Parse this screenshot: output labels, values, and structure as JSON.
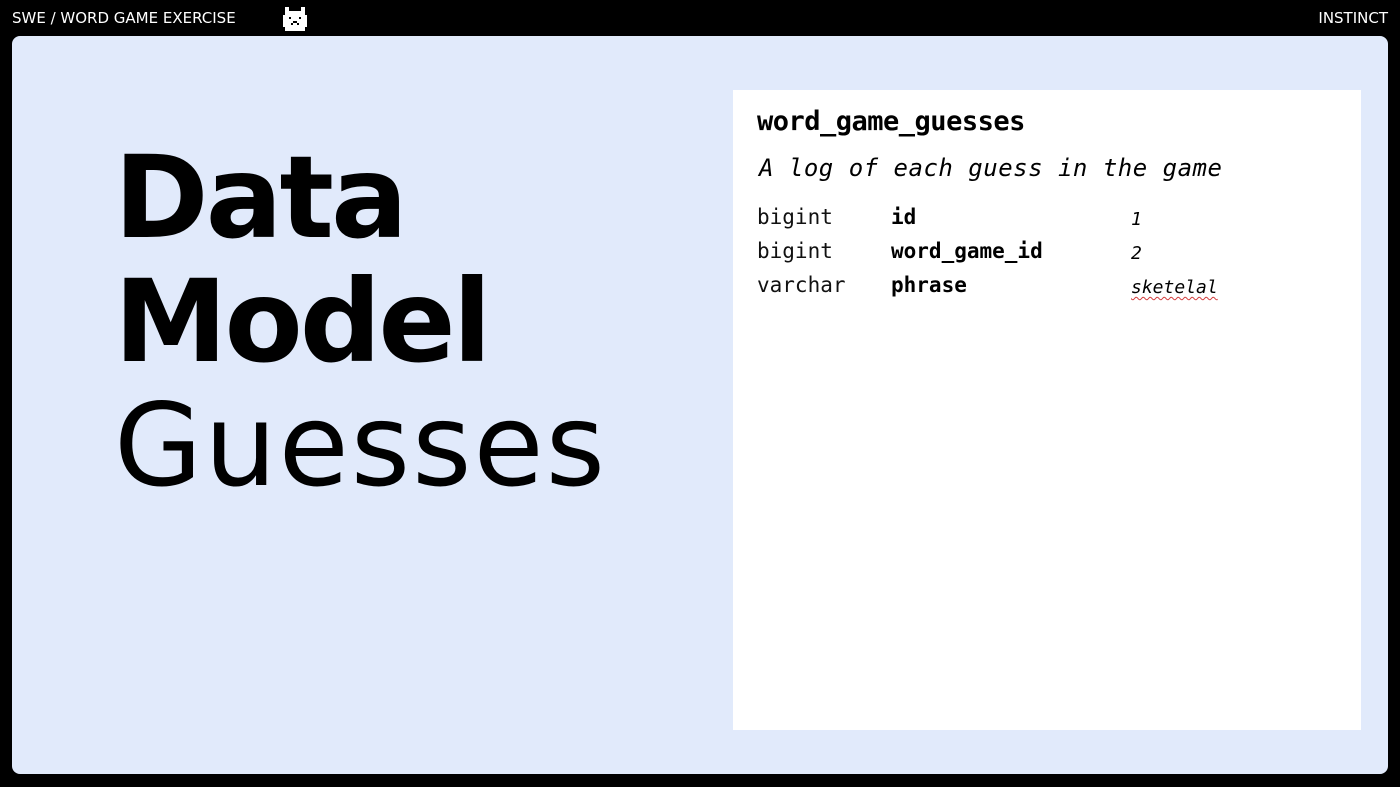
{
  "header": {
    "breadcrumb": "SWE / WORD GAME EXERCISE",
    "logo_icon": "pixel-cat-icon",
    "brand": "INSTINCT"
  },
  "slide": {
    "background": "#e1eafb",
    "title": {
      "line1": "Data",
      "line2": "Model",
      "line3": "Guesses"
    },
    "table": {
      "name": "word_game_guesses",
      "description": "A log of each guess in the game",
      "columns": [
        {
          "type": "bigint",
          "name": "id",
          "example": "1"
        },
        {
          "type": "bigint",
          "name": "word_game_id",
          "example": "2"
        },
        {
          "type": "varchar",
          "name": "phrase",
          "example": "sketelal"
        }
      ]
    }
  }
}
